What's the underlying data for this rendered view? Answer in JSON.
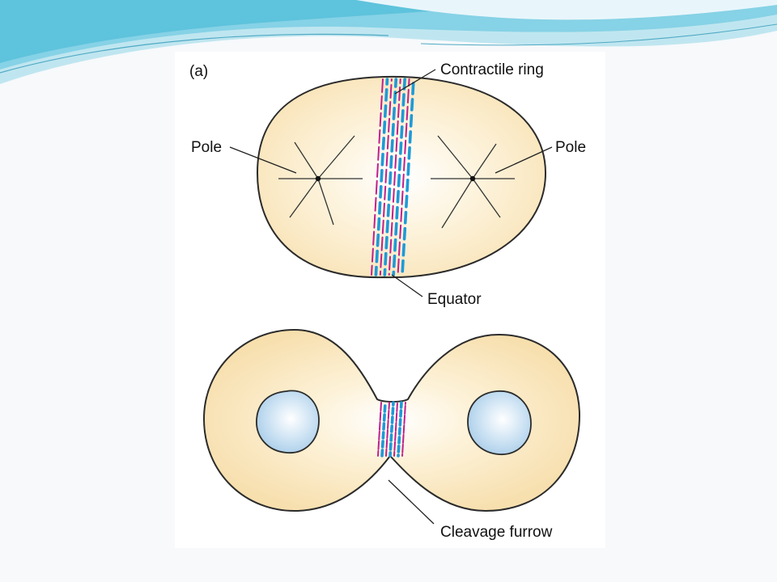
{
  "panel_label": "(a)",
  "labels": {
    "contractile_ring": "Contractile ring",
    "pole_left": "Pole",
    "pole_right": "Pole",
    "equator": "Equator",
    "cleavage_furrow": "Cleavage furrow"
  },
  "colors": {
    "cell_fill": "#f8e2b4",
    "cell_center": "#ffffff",
    "cell_outline": "#2b2b2b",
    "nucleus_fill": "#a9cde9",
    "filament_magenta": "#c0208e",
    "filament_blue": "#1e9ad8",
    "swoosh_teal": "#5ec3dc",
    "swoosh_light": "#bfe6f0"
  }
}
